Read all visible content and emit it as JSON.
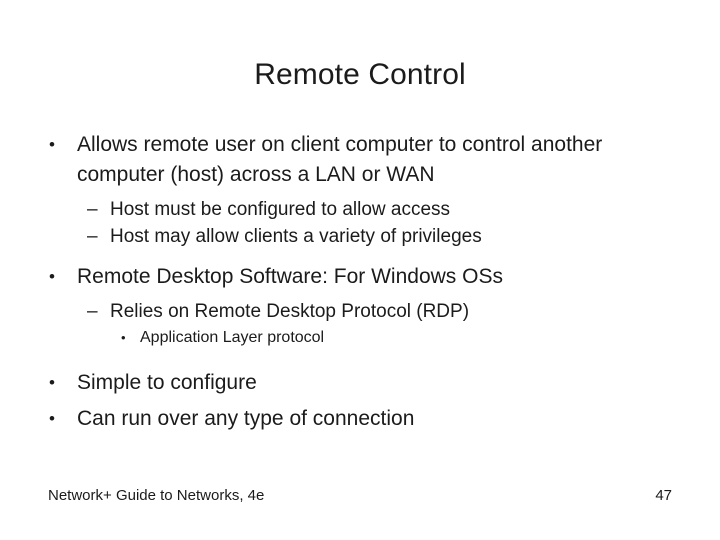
{
  "slide": {
    "title": "Remote Control",
    "background_color": "#ffffff",
    "text_color": "#1b1b1b",
    "markers": {
      "level1": "•",
      "level2": "–",
      "level3": "•"
    },
    "bullets": [
      {
        "level": 1,
        "marker": "•",
        "text": "Allows remote user on client computer to control another computer (host) across a LAN or WAN"
      },
      {
        "level": 2,
        "marker": "–",
        "text": "Host must be configured to allow access"
      },
      {
        "level": 2,
        "marker": "–",
        "text": "Host may allow clients a variety of privileges"
      },
      {
        "level": 1,
        "marker": "•",
        "text": "Remote Desktop Software: For Windows OSs"
      },
      {
        "level": 2,
        "marker": "–",
        "text": "Relies on Remote Desktop Protocol (RDP)"
      },
      {
        "level": 3,
        "marker": "•",
        "text": "Application Layer protocol"
      },
      {
        "level": 1,
        "marker": "•",
        "text": "Simple to configure"
      },
      {
        "level": 1,
        "marker": "•",
        "text": "Can run over any type of connection"
      }
    ]
  },
  "footer": {
    "source": "Network+ Guide to Networks, 4e",
    "slide_number": "47"
  }
}
